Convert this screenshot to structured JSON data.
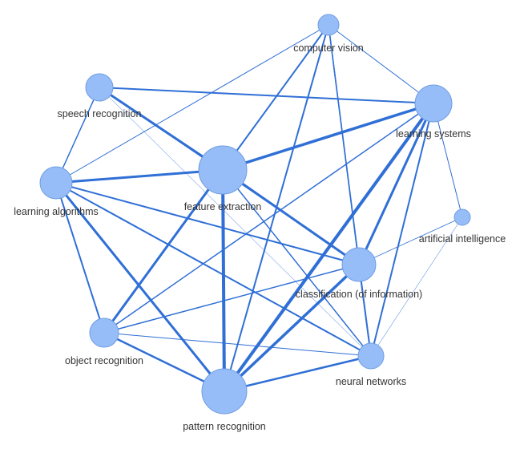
{
  "nodes": [
    {
      "id": "computer-vision",
      "label": "computer vision",
      "size": 2
    },
    {
      "id": "speech-recognition",
      "label": "speech recognition",
      "size": 3
    },
    {
      "id": "learning-systems",
      "label": "learning systems",
      "size": 4
    },
    {
      "id": "feature-extraction",
      "label": "feature extraction",
      "size": 5
    },
    {
      "id": "learning-algorithms",
      "label": "learning algorithms",
      "size": 3.5
    },
    {
      "id": "artificial-intelligence",
      "label": "artificial intelligence",
      "size": 1
    },
    {
      "id": "classification",
      "label": "classification (of information)",
      "size": 3.5
    },
    {
      "id": "object-recognition",
      "label": "object recognition",
      "size": 3.2
    },
    {
      "id": "neural-networks",
      "label": "neural networks",
      "size": 3
    },
    {
      "id": "pattern-recognition",
      "label": "pattern recognition",
      "size": 5
    }
  ],
  "edges": [
    {
      "source": "computer-vision",
      "target": "learning-systems",
      "weight": 1
    },
    {
      "source": "computer-vision",
      "target": "feature-extraction",
      "weight": 2
    },
    {
      "source": "computer-vision",
      "target": "learning-algorithms",
      "weight": 1
    },
    {
      "source": "computer-vision",
      "target": "classification",
      "weight": 1.5
    },
    {
      "source": "computer-vision",
      "target": "neural-networks",
      "weight": 1.5
    },
    {
      "source": "computer-vision",
      "target": "pattern-recognition",
      "weight": 2
    },
    {
      "source": "speech-recognition",
      "target": "learning-systems",
      "weight": 2
    },
    {
      "source": "speech-recognition",
      "target": "feature-extraction",
      "weight": 3
    },
    {
      "source": "speech-recognition",
      "target": "learning-algorithms",
      "weight": 1.5
    },
    {
      "source": "speech-recognition",
      "target": "classification",
      "weight": 0.7
    },
    {
      "source": "speech-recognition",
      "target": "neural-networks",
      "weight": 0.5
    },
    {
      "source": "learning-systems",
      "target": "feature-extraction",
      "weight": 3.5
    },
    {
      "source": "learning-systems",
      "target": "artificial-intelligence",
      "weight": 1
    },
    {
      "source": "learning-systems",
      "target": "classification",
      "weight": 3
    },
    {
      "source": "learning-systems",
      "target": "object-recognition",
      "weight": 1.5
    },
    {
      "source": "learning-systems",
      "target": "neural-networks",
      "weight": 2
    },
    {
      "source": "learning-systems",
      "target": "pattern-recognition",
      "weight": 4
    },
    {
      "source": "feature-extraction",
      "target": "learning-algorithms",
      "weight": 3
    },
    {
      "source": "feature-extraction",
      "target": "classification",
      "weight": 3
    },
    {
      "source": "feature-extraction",
      "target": "object-recognition",
      "weight": 3
    },
    {
      "source": "feature-extraction",
      "target": "neural-networks",
      "weight": 1.5
    },
    {
      "source": "feature-extraction",
      "target": "pattern-recognition",
      "weight": 4
    },
    {
      "source": "learning-algorithms",
      "target": "classification",
      "weight": 2
    },
    {
      "source": "learning-algorithms",
      "target": "object-recognition",
      "weight": 2
    },
    {
      "source": "learning-algorithms",
      "target": "neural-networks",
      "weight": 2
    },
    {
      "source": "learning-algorithms",
      "target": "pattern-recognition",
      "weight": 3
    },
    {
      "source": "artificial-intelligence",
      "target": "classification",
      "weight": 0.8
    },
    {
      "source": "artificial-intelligence",
      "target": "neural-networks",
      "weight": 0.5
    },
    {
      "source": "classification",
      "target": "object-recognition",
      "weight": 1.5
    },
    {
      "source": "classification",
      "target": "neural-networks",
      "weight": 2
    },
    {
      "source": "classification",
      "target": "pattern-recognition",
      "weight": 3.5
    },
    {
      "source": "object-recognition",
      "target": "neural-networks",
      "weight": 1
    },
    {
      "source": "object-recognition",
      "target": "pattern-recognition",
      "weight": 2.5
    },
    {
      "source": "neural-networks",
      "target": "pattern-recognition",
      "weight": 2.5
    }
  ]
}
